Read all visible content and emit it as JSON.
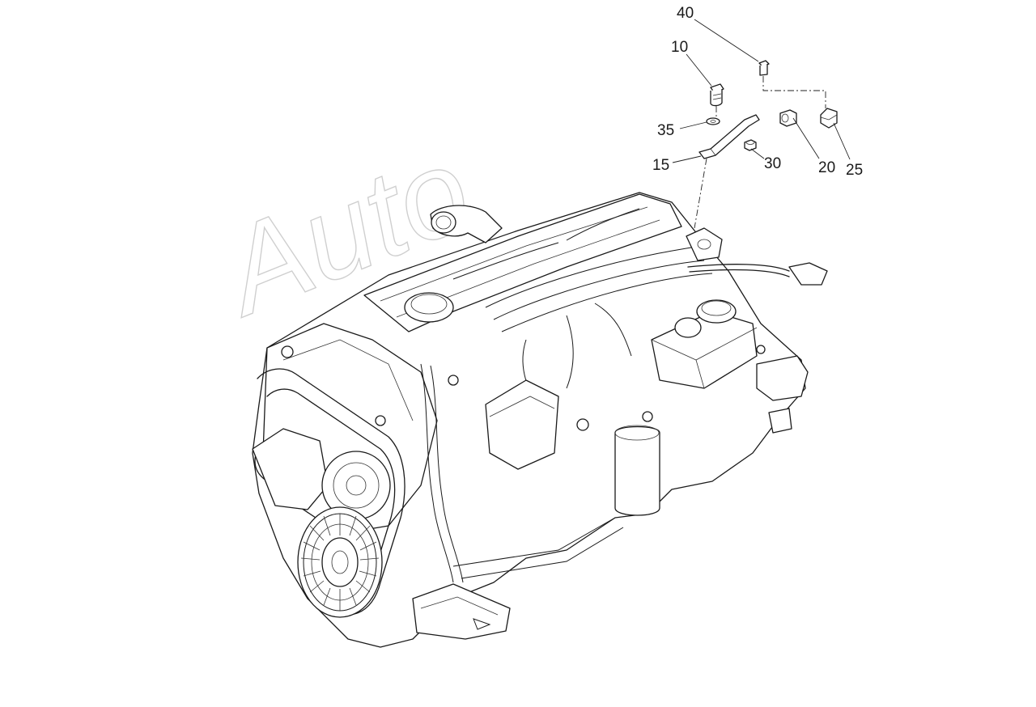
{
  "figure": {
    "watermark": "Auto",
    "callouts": [
      {
        "id": "40",
        "label": "40"
      },
      {
        "id": "10",
        "label": "10"
      },
      {
        "id": "35",
        "label": "35"
      },
      {
        "id": "15",
        "label": "15"
      },
      {
        "id": "30",
        "label": "30"
      },
      {
        "id": "20",
        "label": "20"
      },
      {
        "id": "25",
        "label": "25"
      }
    ]
  }
}
